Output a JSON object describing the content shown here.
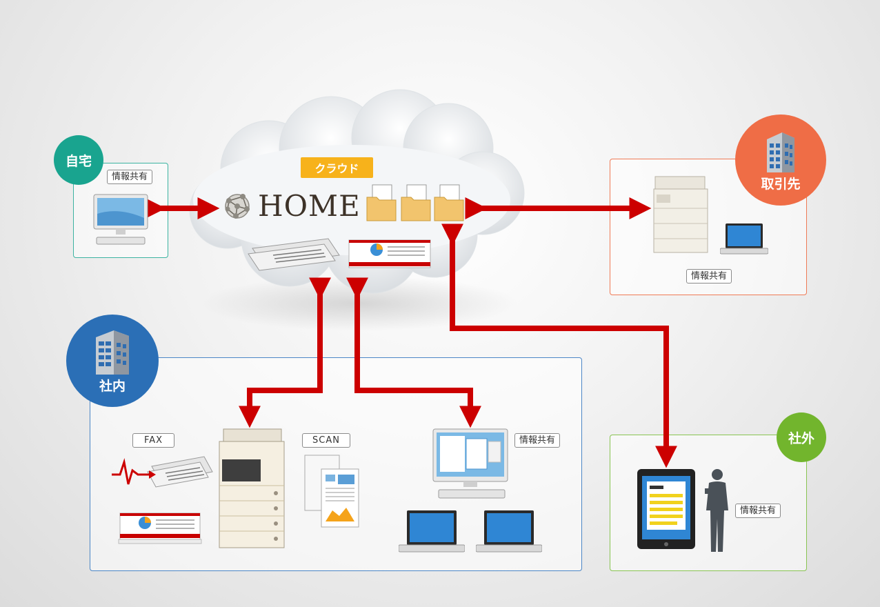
{
  "cloud": {
    "label": "クラウド",
    "service_name": "HOME"
  },
  "locations": {
    "home": {
      "title": "自宅",
      "tag": "情報共有",
      "color": "#19a48f"
    },
    "partner": {
      "title": "取引先",
      "tag": "情報共有",
      "color": "#ef6d46"
    },
    "office": {
      "title": "社内",
      "fax_tag": "FAX",
      "scan_tag": "SCAN",
      "share_tag": "情報共有",
      "color": "#2b6fb6"
    },
    "outside": {
      "title": "社外",
      "tag": "情報共有",
      "color": "#72b52d"
    }
  },
  "colors": {
    "arrow": "#cc0000",
    "home_box_border": "#3bb3a1",
    "partner_box_border": "#ef7a55",
    "office_box_border": "#4b86c6",
    "outside_box_border": "#88c451",
    "cloud_label_bg": "#f7b21b"
  }
}
